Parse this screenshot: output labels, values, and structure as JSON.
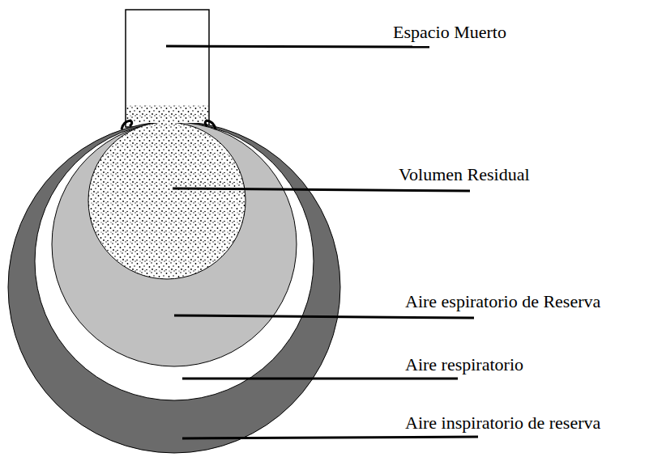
{
  "diagram": {
    "labels": [
      "Espacio Muerto",
      "Volumen Residual",
      "Aire espiratorio de Reserva",
      "Aire respiratorio",
      "Aire inspiratorio de reserva"
    ]
  }
}
